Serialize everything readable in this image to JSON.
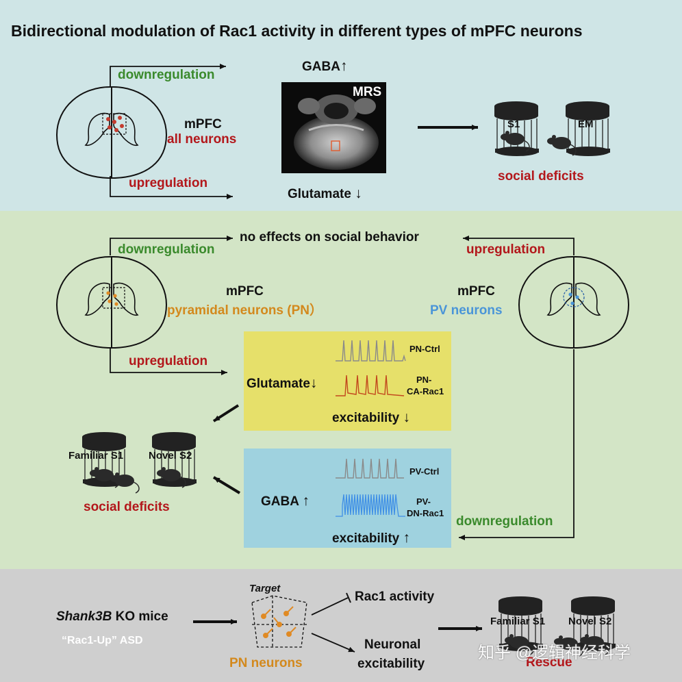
{
  "title": "Bidirectional modulation of Rac1 activity in different types of mPFC neurons",
  "panel1": {
    "downregulation": "downregulation",
    "upregulation": "upregulation",
    "region": "mPFC",
    "neurons": "all neurons",
    "gaba": "GABA",
    "glutamate": "Glutamate",
    "mrs": "MRS",
    "s1": "S1",
    "em": "EM",
    "outcome": "social deficits"
  },
  "panel2": {
    "downregulation_left": "downregulation",
    "no_effect": "no effects on social behavior",
    "upregulation_right": "upregulation",
    "region_left": "mPFC",
    "pn_neurons": "pyramidal neurons (PN）",
    "region_right": "mPFC",
    "pv_neurons": "PV neurons",
    "upregulation_left": "upregulation",
    "downregulation_right": "downregulation",
    "glutamate": "Glutamate",
    "excitability1": "excitability",
    "pn_ctrl": "PN-Ctrl",
    "pn_rac1_l1": "PN-",
    "pn_rac1_l2": "CA-Rac1",
    "gaba": "GABA",
    "excitability2": "excitability",
    "pv_ctrl": "PV-Ctrl",
    "pv_rac1_l1": "PV-",
    "pv_rac1_l2": "DN-Rac1",
    "familiar": "Familiar S1",
    "novel": "Novel S2",
    "outcome": "social deficits"
  },
  "panel3": {
    "model_italic": "Shank3B",
    "model_rest": " KO mice",
    "asd": "“Rac1-Up” ASD",
    "target": "Target",
    "pn_neurons": "PN neurons",
    "rac1": "Rac1 activity",
    "neuronal": "Neuronal",
    "excitability": "excitability",
    "familiar": "Familiar S1",
    "novel": "Novel S2",
    "rescue": "Rescue"
  },
  "watermark": "知乎 @逻辑神经科学",
  "arrows": {
    "up": "↑",
    "down": "↓"
  },
  "colors": {
    "green": "#3a8a2c",
    "red": "#b3171b",
    "orange": "#d3891d",
    "blue": "#4a95d8",
    "trace_pn": "#c2471d",
    "trace_pv": "#3f8fe6"
  }
}
